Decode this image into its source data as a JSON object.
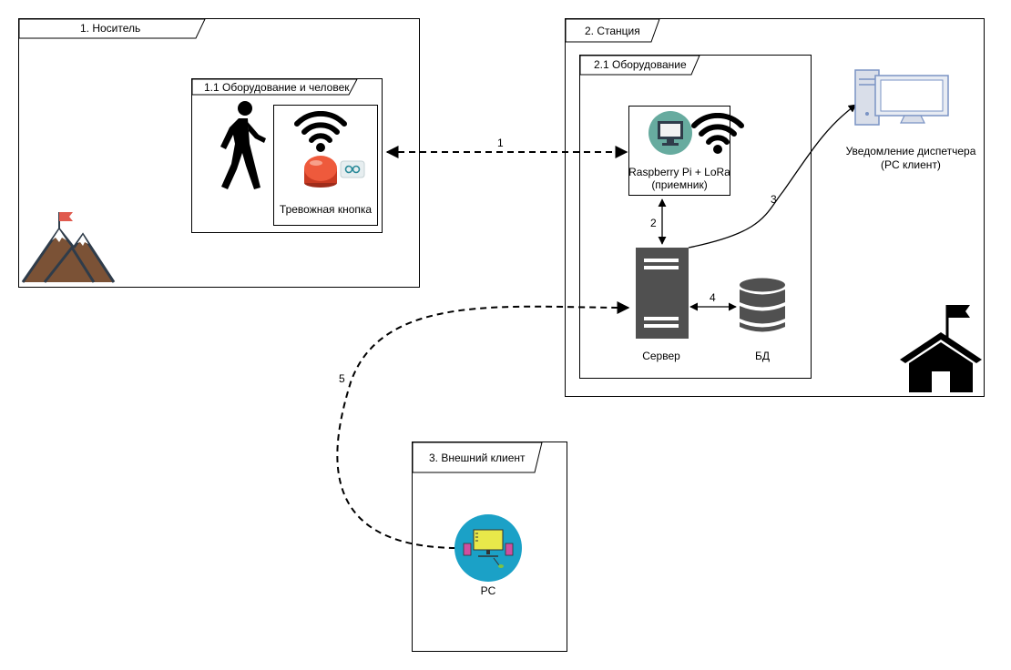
{
  "containers": {
    "carrier": {
      "title": "1. Носитель"
    },
    "equipment_person": {
      "title": "1.1 Оборудование и человек"
    },
    "station": {
      "title": "2. Станция"
    },
    "station_equipment": {
      "title": "2.1 Оборудование"
    },
    "external_client": {
      "title": "3. Внешний клиент"
    }
  },
  "nodes": {
    "alarm_button": {
      "label": "Тревожная кнопка"
    },
    "receiver": {
      "line1": "Raspberry Pi + LoRa",
      "line2": "(приемник)"
    },
    "dispatcher": {
      "line1": "Уведомление диспетчера",
      "line2": "(PC клиент)"
    },
    "server": {
      "label": "Сервер"
    },
    "database": {
      "label": "БД"
    },
    "pc": {
      "label": "PC"
    }
  },
  "edges": [
    {
      "label": "1",
      "from": "alarm_button",
      "to": "receiver",
      "style": "dashed",
      "bidirectional": true
    },
    {
      "label": "2",
      "from": "receiver",
      "to": "server",
      "style": "solid",
      "bidirectional": true
    },
    {
      "label": "3",
      "from": "server",
      "to": "dispatcher",
      "style": "solid",
      "bidirectional": false
    },
    {
      "label": "4",
      "from": "server",
      "to": "database",
      "style": "solid",
      "bidirectional": true
    },
    {
      "label": "5",
      "from": "pc",
      "to": "server",
      "style": "dashed",
      "bidirectional": false
    }
  ],
  "colors": {
    "line": "#000000",
    "server": "#505050",
    "monitor_circle": "#67ab9f",
    "pc_circle": "#1ba1c7",
    "button_red": "#e8452a",
    "mountain": "#7b5236",
    "flag": "#e05a4e",
    "dispatcher_blue": "#7a93c4"
  }
}
